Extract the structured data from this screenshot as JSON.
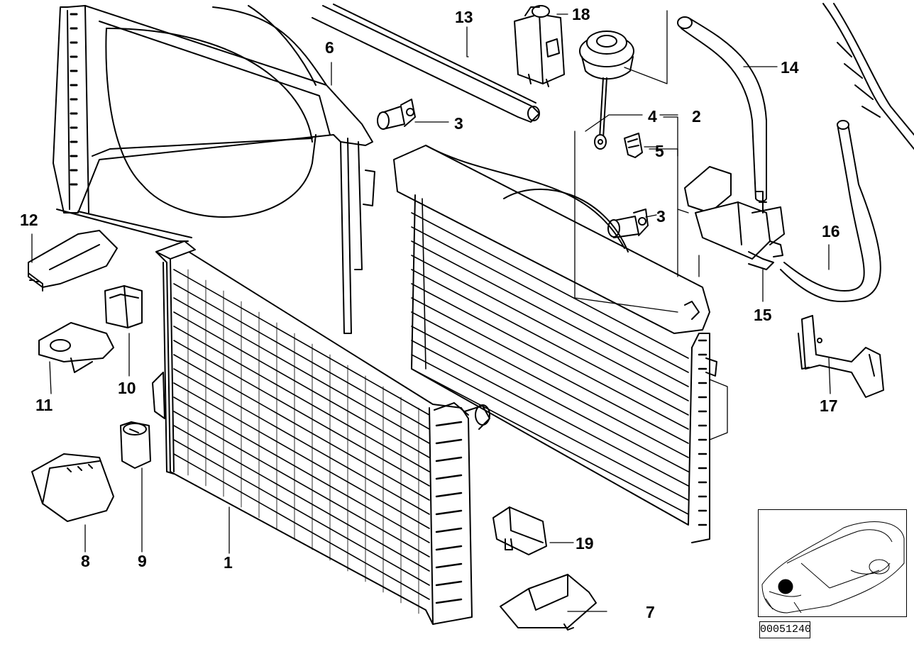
{
  "diagram": {
    "labels": [
      "1",
      "2",
      "3",
      "3",
      "4",
      "5",
      "6",
      "7",
      "8",
      "9",
      "10",
      "11",
      "12",
      "13",
      "14",
      "15",
      "16",
      "17",
      "18",
      "19"
    ],
    "code": "00051240"
  }
}
